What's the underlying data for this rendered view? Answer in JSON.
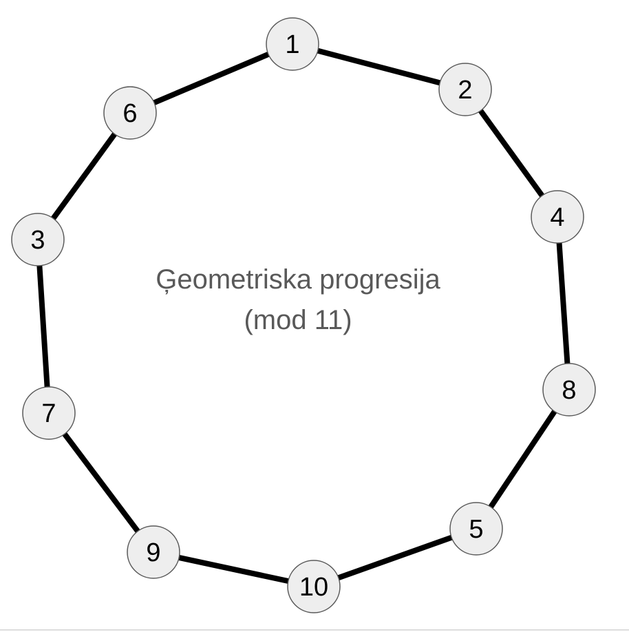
{
  "diagram": {
    "title_line1": "Ģeometriska progresija",
    "title_line2": "(mod 11)",
    "cycle": [
      "1",
      "2",
      "4",
      "8",
      "5",
      "10",
      "9",
      "7",
      "3",
      "6"
    ]
  },
  "colors": {
    "node_fill": "#eeeeee",
    "node_stroke": "#595959",
    "edge": "#000000",
    "title_text": "#595959"
  }
}
